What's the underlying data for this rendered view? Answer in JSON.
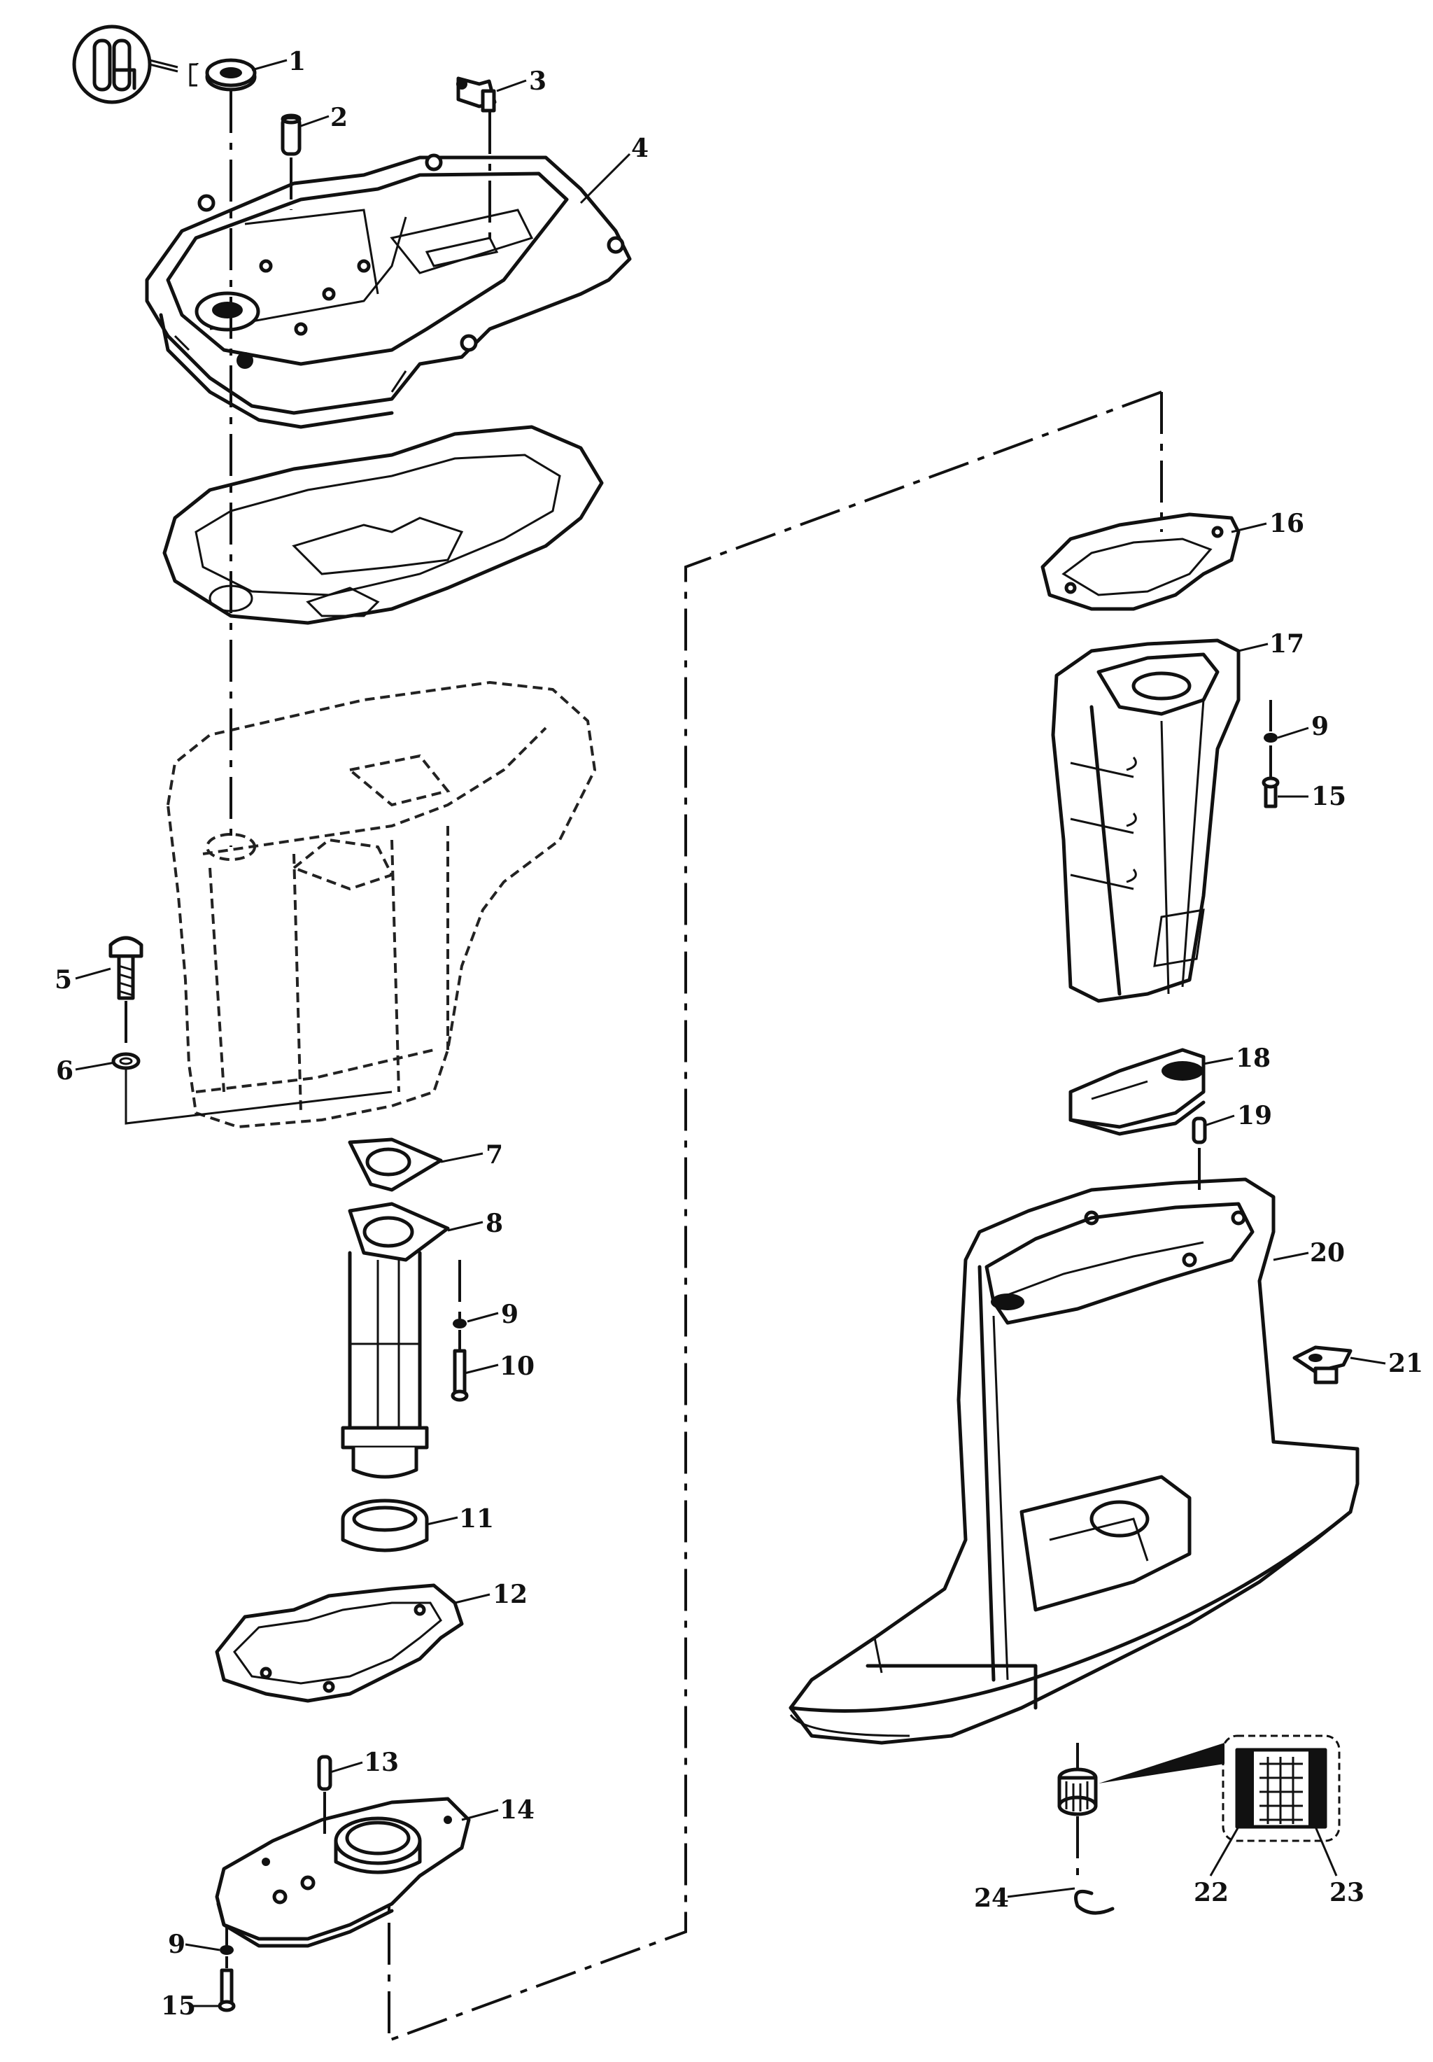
{
  "callouts": [
    {
      "id": "c1",
      "label": "1"
    },
    {
      "id": "c2",
      "label": "2"
    },
    {
      "id": "c3",
      "label": "3"
    },
    {
      "id": "c4",
      "label": "4"
    },
    {
      "id": "c5",
      "label": "5"
    },
    {
      "id": "c6",
      "label": "6"
    },
    {
      "id": "c7",
      "label": "7"
    },
    {
      "id": "c8",
      "label": "8"
    },
    {
      "id": "c9a",
      "label": "9"
    },
    {
      "id": "c10",
      "label": "10"
    },
    {
      "id": "c11",
      "label": "11"
    },
    {
      "id": "c12",
      "label": "12"
    },
    {
      "id": "c13",
      "label": "13"
    },
    {
      "id": "c14",
      "label": "14"
    },
    {
      "id": "c9b",
      "label": "9"
    },
    {
      "id": "c15a",
      "label": "15"
    },
    {
      "id": "c16",
      "label": "16"
    },
    {
      "id": "c17",
      "label": "17"
    },
    {
      "id": "c9c",
      "label": "9"
    },
    {
      "id": "c15b",
      "label": "15"
    },
    {
      "id": "c18",
      "label": "18"
    },
    {
      "id": "c19",
      "label": "19"
    },
    {
      "id": "c20",
      "label": "20"
    },
    {
      "id": "c21",
      "label": "21"
    },
    {
      "id": "c22",
      "label": "22"
    },
    {
      "id": "c23",
      "label": "23"
    },
    {
      "id": "c24",
      "label": "24"
    }
  ]
}
